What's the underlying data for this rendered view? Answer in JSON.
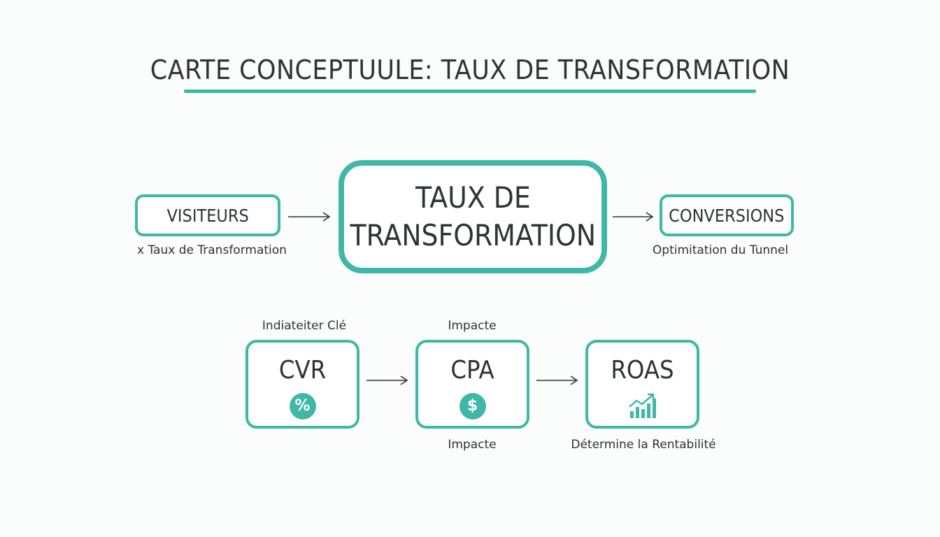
{
  "title": "CARTE CONCEPTUULE: TAUX DE TRANSFORMATION",
  "top_row": {
    "left_box": {
      "label": "VISITEURS",
      "caption": "x Taux de Transformation"
    },
    "center_box": {
      "line1": "TAUX DE",
      "line2": "TRANSFORMATION"
    },
    "right_box": {
      "label": "CONVERSIONS",
      "caption": "Optimitation du Tunnel"
    }
  },
  "bottom_row": {
    "cvr": {
      "label": "CVR",
      "above": "Indiateiter Clé",
      "icon": "percent-icon",
      "icon_glyph": "%"
    },
    "cpa": {
      "label": "CPA",
      "above": "Impacte",
      "below": "Impacte",
      "icon": "dollar-icon",
      "icon_glyph": "$"
    },
    "roas": {
      "label": "ROAS",
      "below": "Détermine la Rentabilité",
      "icon": "growth-chart-icon"
    }
  },
  "colors": {
    "accent": "#3fb8a7",
    "text": "#2f3333",
    "background": "#fbfcfc"
  }
}
